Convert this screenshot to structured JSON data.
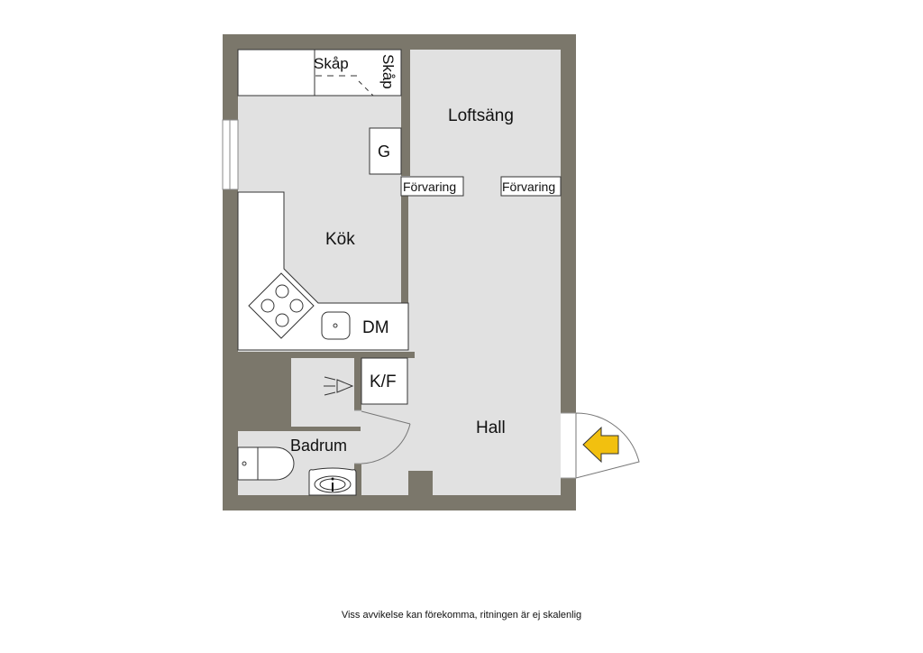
{
  "plan": {
    "colors": {
      "wall": "#7b776b",
      "floor": "#e1e1e1",
      "fixture": "#ffffff",
      "line": "#333333",
      "arrow": "#f2c00f"
    },
    "rooms": {
      "loft": "Loftsäng",
      "kitchen": "Kök",
      "hall": "Hall",
      "bathroom": "Badrum"
    },
    "fixtures": {
      "cabinet_top": "Skåp",
      "cabinet_side": "Skåp",
      "g": "G",
      "storage_left": "Förvaring",
      "storage_right": "Förvaring",
      "dishwasher": "DM",
      "fridge_freezer": "K/F"
    },
    "entrance_icon": "entrance-arrow-icon"
  },
  "footer": {
    "disclaimer": "Viss avvikelse kan förekomma, ritningen är ej skalenlig"
  }
}
